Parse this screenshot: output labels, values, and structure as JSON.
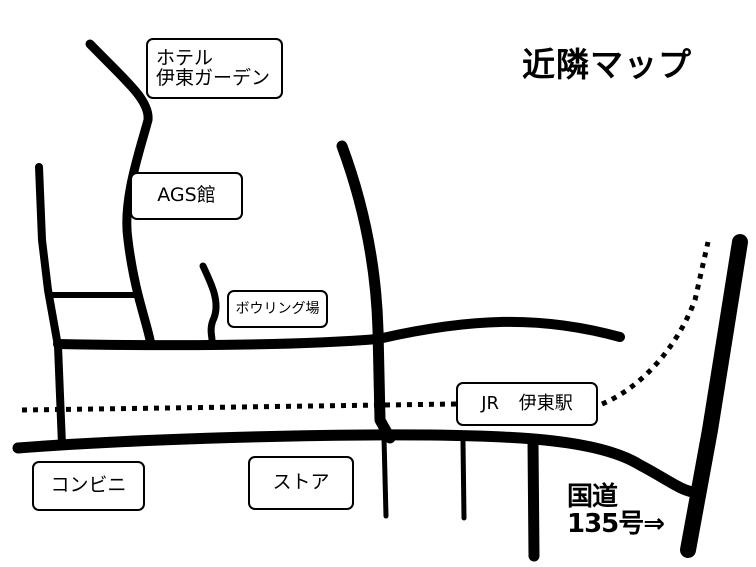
{
  "map": {
    "title": "近隣マップ",
    "route_line1": "国道",
    "route_line2": "135号⇒",
    "stroke_color": "#000000",
    "background_color": "#ffffff"
  },
  "labels": {
    "hotel_line1": "ホテル",
    "hotel_line2": "伊東ガーデン",
    "ags": "AGS館",
    "bowling": "ボウリング場",
    "jr_station": "JR 伊東駅",
    "convenience_store": "コンビニ",
    "store": "ストア"
  },
  "roads": [
    {
      "name": "road-hotel-curve",
      "kind": "street"
    },
    {
      "name": "road-west-vertical",
      "kind": "street"
    },
    {
      "name": "road-west-connector",
      "kind": "street"
    },
    {
      "name": "road-west-lower",
      "kind": "street"
    },
    {
      "name": "road-ags-stub",
      "kind": "street"
    },
    {
      "name": "road-bowling-spur",
      "kind": "street"
    },
    {
      "name": "road-middle-horizontal",
      "kind": "street"
    },
    {
      "name": "road-center-vertical",
      "kind": "main-street"
    },
    {
      "name": "road-center-lower",
      "kind": "street"
    },
    {
      "name": "road-bottom-main",
      "kind": "main-street"
    },
    {
      "name": "road-south-stub-1",
      "kind": "street"
    },
    {
      "name": "road-south-stub-2",
      "kind": "main-street"
    },
    {
      "name": "road-route-135",
      "kind": "highway"
    },
    {
      "name": "railway-jr-west",
      "kind": "railway"
    },
    {
      "name": "railway-jr-east",
      "kind": "railway"
    }
  ]
}
